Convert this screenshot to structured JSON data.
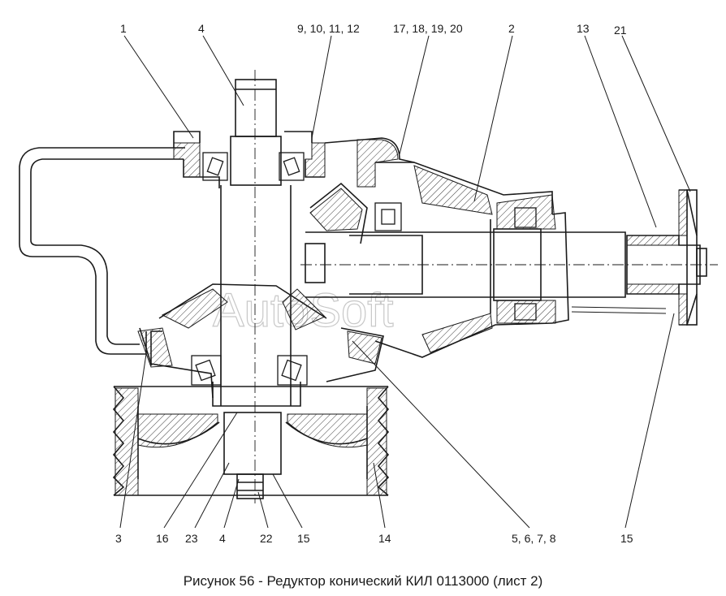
{
  "figure": {
    "caption": "Рисунок 56 - Редуктор конический КИЛ 0113000 (лист 2)",
    "watermark": "AutoSoft"
  },
  "callouts": {
    "top": [
      "1",
      "4",
      "9, 10, 11, 12",
      "17, 18, 19, 20",
      "2",
      "13",
      "21"
    ],
    "bottom": [
      "3",
      "16",
      "23",
      "4",
      "22",
      "15",
      "14",
      "5, 6, 7, 8",
      "15"
    ]
  },
  "colors": {
    "line": "#1a1a1a",
    "hatch": "#3a3a3a",
    "background": "#ffffff"
  }
}
